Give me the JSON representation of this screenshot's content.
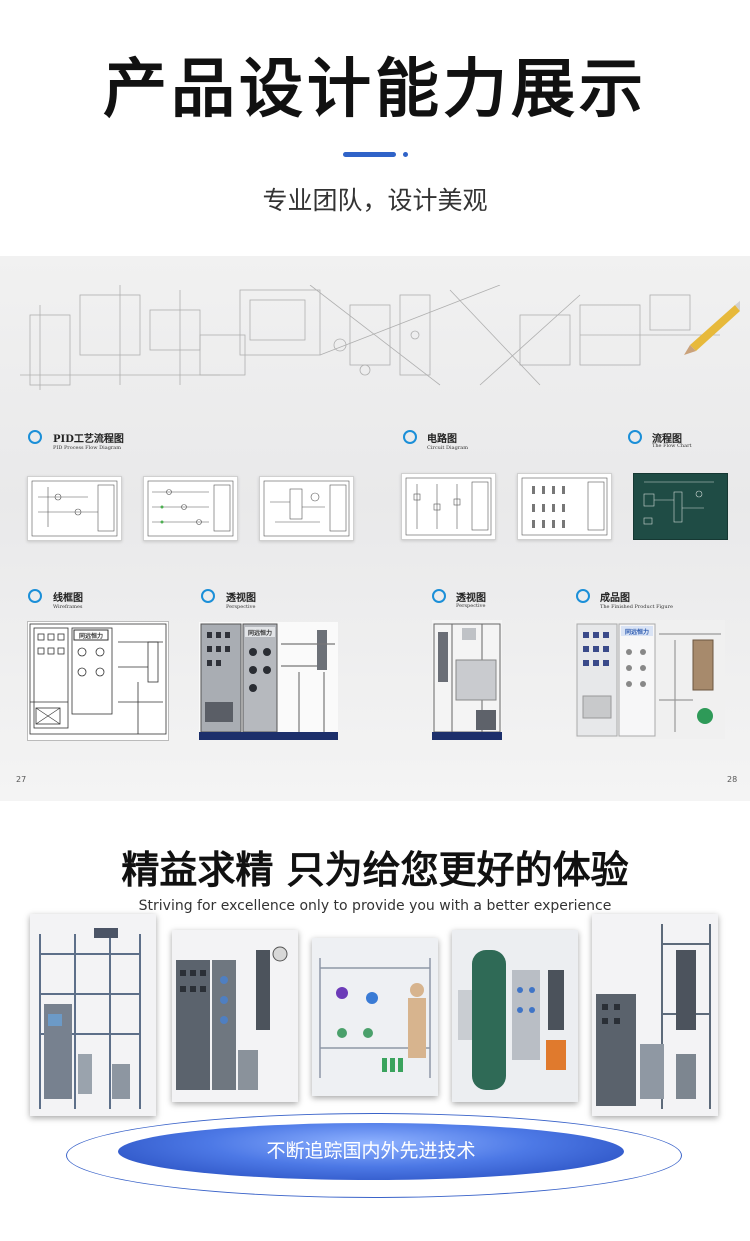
{
  "header": {
    "title": "产品设计能力展示",
    "subtitle": "专业团队，设计美观"
  },
  "catalog": {
    "sections": [
      {
        "label": "PID工艺流程图",
        "sub": "PID Process Flow Diagram"
      },
      {
        "label": "电路图",
        "sub": "Circuit Diagram"
      },
      {
        "label": "流程图",
        "sub": "The Flow Chart"
      },
      {
        "label": "线框图",
        "sub": "Wireframes"
      },
      {
        "label": "透视图",
        "sub": "Perspective"
      },
      {
        "label": "透视图",
        "sub": "Perspective"
      },
      {
        "label": "成品图",
        "sub": "The Finished Product Figure"
      }
    ],
    "page_left": "27",
    "page_right": "28",
    "brand": "同远恒力"
  },
  "showcase": {
    "title": "精益求精  只为给您更好的体验",
    "subtitle": "Striving for excellence only to provide you with a better experience",
    "pill_text": "不断追踪国内外先进技术"
  },
  "colors": {
    "accent": "#2f63c8",
    "ring": "#1b8fd8",
    "flowchart_bg": "#1f4c45"
  }
}
